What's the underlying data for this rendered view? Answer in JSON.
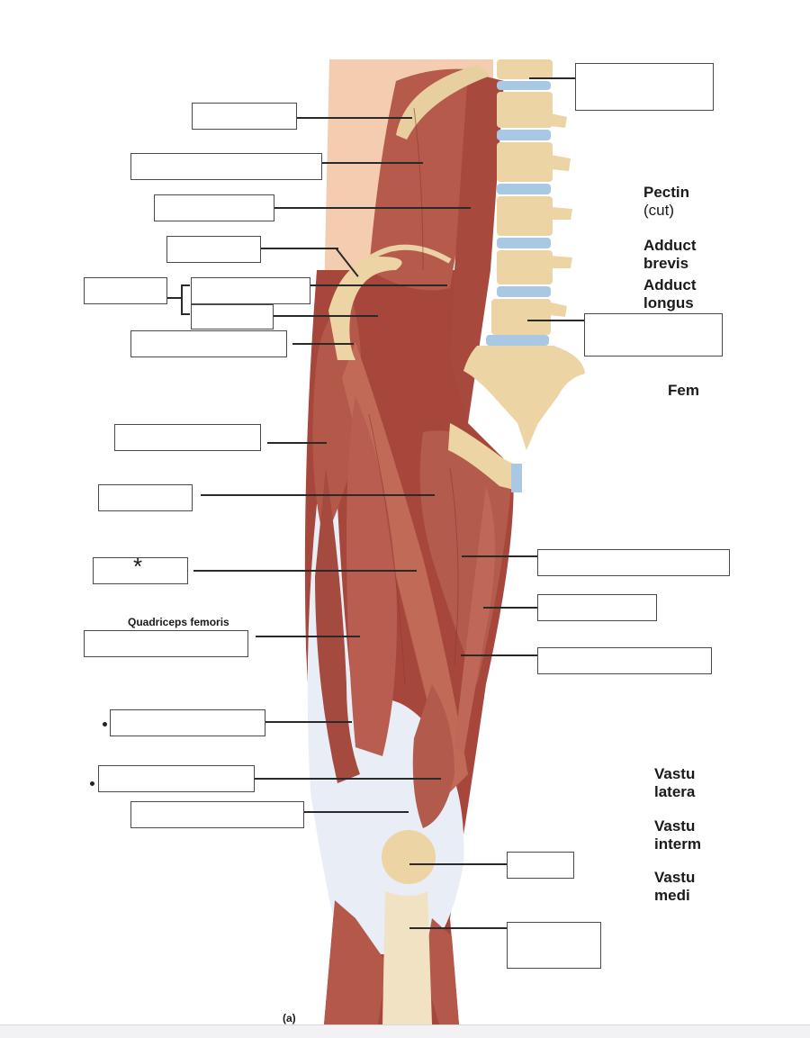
{
  "diagram": {
    "colors": {
      "muscle": "#b4584a",
      "muscle_dark": "#8e3b30",
      "tendon": "#e8ecf4",
      "bone": "#ecd4a4",
      "disc": "#a8c8e4",
      "skin": "#f4cdb0"
    },
    "asterisk": "*",
    "section_label": "Quadriceps femoris",
    "panel_label": "(a)",
    "side_labels": [
      [
        "Pectin",
        "(cut)"
      ],
      [
        "Adduct",
        "brevis"
      ],
      [
        "Adduct",
        "longus"
      ],
      [
        "Fem"
      ],
      [
        "Vastu",
        "latera"
      ],
      [
        "Vastu",
        "interm"
      ],
      [
        "Vastu",
        "medi"
      ]
    ]
  }
}
